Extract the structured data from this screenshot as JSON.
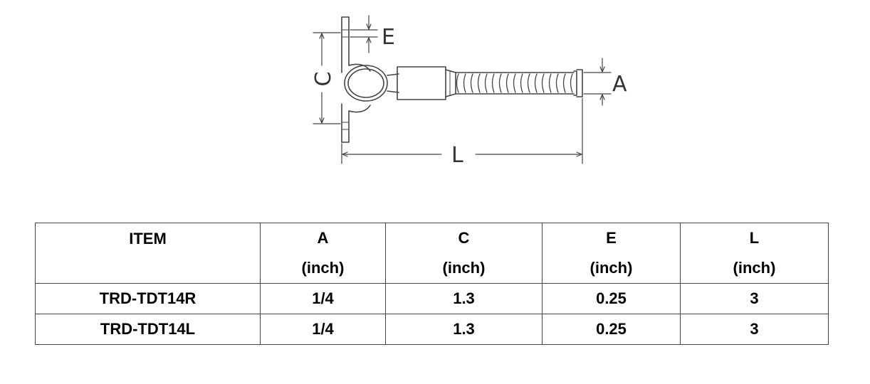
{
  "diagram": {
    "labels": {
      "E": "E",
      "C": "C",
      "A": "A",
      "L": "L"
    },
    "line_color": "#444444"
  },
  "table": {
    "headers": [
      {
        "label": "ITEM",
        "unit": ""
      },
      {
        "label": "A",
        "unit": "(inch)"
      },
      {
        "label": "C",
        "unit": "(inch)"
      },
      {
        "label": "E",
        "unit": "(inch)"
      },
      {
        "label": "L",
        "unit": "(inch)"
      }
    ],
    "rows": [
      [
        "TRD-TDT14R",
        "1/4",
        "1.3",
        "0.25",
        "3"
      ],
      [
        "TRD-TDT14L",
        "1/4",
        "1.3",
        "0.25",
        "3"
      ]
    ]
  }
}
